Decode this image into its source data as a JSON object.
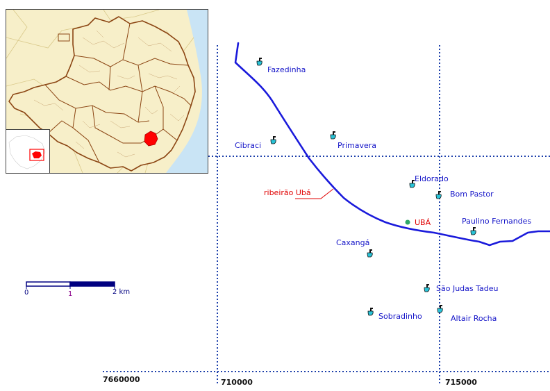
{
  "map": {
    "river": {
      "label": "ribeirão Ubá",
      "color": "#1a1adb"
    },
    "city": {
      "label": "UBÁ",
      "color": "#e00000"
    },
    "grid": {
      "x_labels": [
        "710000",
        "715000"
      ],
      "y_labels": [
        "7660000"
      ]
    },
    "places": [
      {
        "id": "fazedinha",
        "label": "Fazedinha"
      },
      {
        "id": "cibraci",
        "label": "Cibraci"
      },
      {
        "id": "primavera",
        "label": "Primavera"
      },
      {
        "id": "eldorado",
        "label": "Eldorado"
      },
      {
        "id": "bom-pastor",
        "label": "Bom Pastor"
      },
      {
        "id": "paulino-fernandes",
        "label": "Paulino Fernandes"
      },
      {
        "id": "caxanga",
        "label": "Caxangá"
      },
      {
        "id": "sao-judas-tadeu",
        "label": "São Judas Tadeu"
      },
      {
        "id": "sobradinho",
        "label": "Sobradinho"
      },
      {
        "id": "altair-rocha",
        "label": "Altair Rocha"
      }
    ],
    "place_icon": "water-station-icon",
    "scale_bar": {
      "labels": [
        "0",
        "1",
        "2 km"
      ]
    },
    "inset": {
      "state_fill": "#f7efc9",
      "border_color": "#8b4513",
      "highlight_color": "#ff0000",
      "sea_color": "#c9e4f5"
    }
  }
}
